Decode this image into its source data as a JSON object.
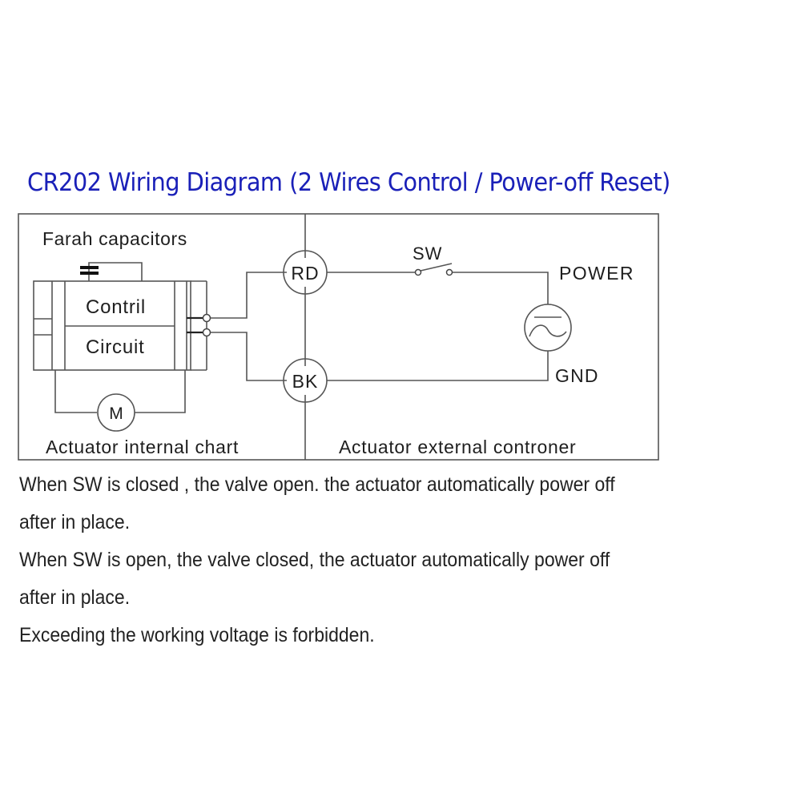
{
  "title": "CR202 Wiring Diagram (2 Wires Control / Power-off Reset)",
  "diagram": {
    "capacitor_label": "Farah capacitors",
    "control_label": "Contril",
    "circuit_label": "Circuit",
    "motor_label": "M",
    "red_wire_label": "RD",
    "black_wire_label": "BK",
    "switch_label": "SW",
    "power_label": "POWER",
    "ground_label": "GND",
    "internal_section_label": "Actuator internal chart",
    "external_section_label": "Actuator external controner"
  },
  "notes": [
    "When SW is closed , the valve open. the actuator automatically power off",
    "after in place.",
    "When SW is open, the valve closed, the actuator automatically power off",
    "after in place.",
    "Exceeding the working voltage is forbidden."
  ],
  "colors": {
    "title": "#1a20b8",
    "line": "#555555",
    "text": "#1e1e1e"
  }
}
